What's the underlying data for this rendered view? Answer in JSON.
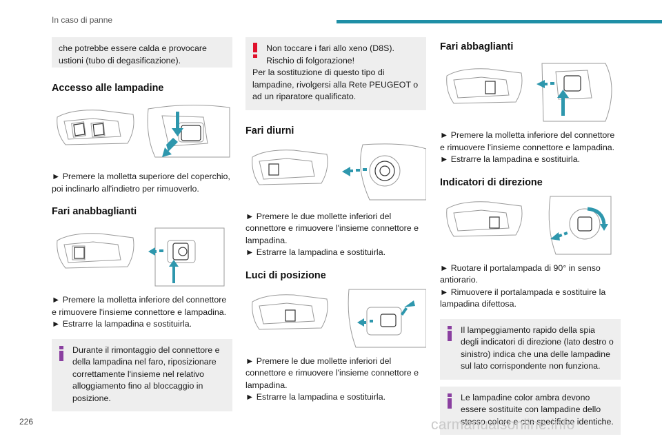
{
  "header": {
    "section_title": "In caso di panne"
  },
  "footer": {
    "page_number": "226",
    "watermark": "carmanualsonline.info"
  },
  "colors": {
    "accent": "#1f8fa6",
    "warning": "#e0102b",
    "info": "#8a3fa0",
    "arrow": "#2e97ad"
  },
  "col1": {
    "note_top": "che potrebbe essere calda e provocare ustioni (tubo di degasificazione).",
    "access": {
      "heading": "Accesso alle lampadine",
      "text": "► Premere la molletta superiore del coperchio, poi inclinarlo all'indietro per rimuoverlo."
    },
    "low_beam": {
      "heading": "Fari anabbaglianti",
      "text1": "► Premere la molletta inferiore del connettore e rimuovere l'insieme connettore e lampadina.",
      "text2": "► Estrarre la lampadina e sostituirla."
    },
    "info_note": "Durante il rimontaggio del connettore e della lampadina nel faro, riposizionare correttamente l'insieme nel relativo alloggiamento fino al bloccaggio in posizione."
  },
  "col2": {
    "warning_note_line1": "Non toccare i fari allo xeno (D8S).",
    "warning_note_line2": "Rischio di folgorazione!",
    "warning_note_line3": "Per la sostituzione di questo tipo di lampadine, rivolgersi alla Rete PEUGEOT o ad un riparatore qualificato.",
    "drl": {
      "heading": "Fari diurni",
      "text1": "► Premere le due mollette inferiori del connettore e rimuovere l'insieme connettore e lampadina.",
      "text2": "► Estrarre la lampadina e sostituirla."
    },
    "position": {
      "heading": "Luci di posizione",
      "text1": "► Premere le due mollette inferiori del connettore e rimuovere l'insieme connettore e lampadina.",
      "text2": "► Estrarre la lampadina e sostituirla."
    }
  },
  "col3": {
    "high_beam": {
      "heading": "Fari abbaglianti",
      "text1": "► Premere la molletta inferiore del connettore e rimuovere l'insieme connettore e lampadina.",
      "text2": "► Estrarre la lampadina e sostituirla."
    },
    "indicators": {
      "heading": "Indicatori di direzione",
      "text1": "► Ruotare il portalampada di 90° in senso antiorario.",
      "text2": "► Rimuovere il portalampada e sostituire la lampadina difettosa."
    },
    "info_note1": "Il lampeggiamento rapido della spia degli indicatori di direzione (lato destro o sinistro) indica che una delle lampadine sul lato corrispondente non funziona.",
    "info_note2": "Le lampadine color ambra devono essere sostituite con lampadine dello stesso colore e con specifiche identiche."
  }
}
